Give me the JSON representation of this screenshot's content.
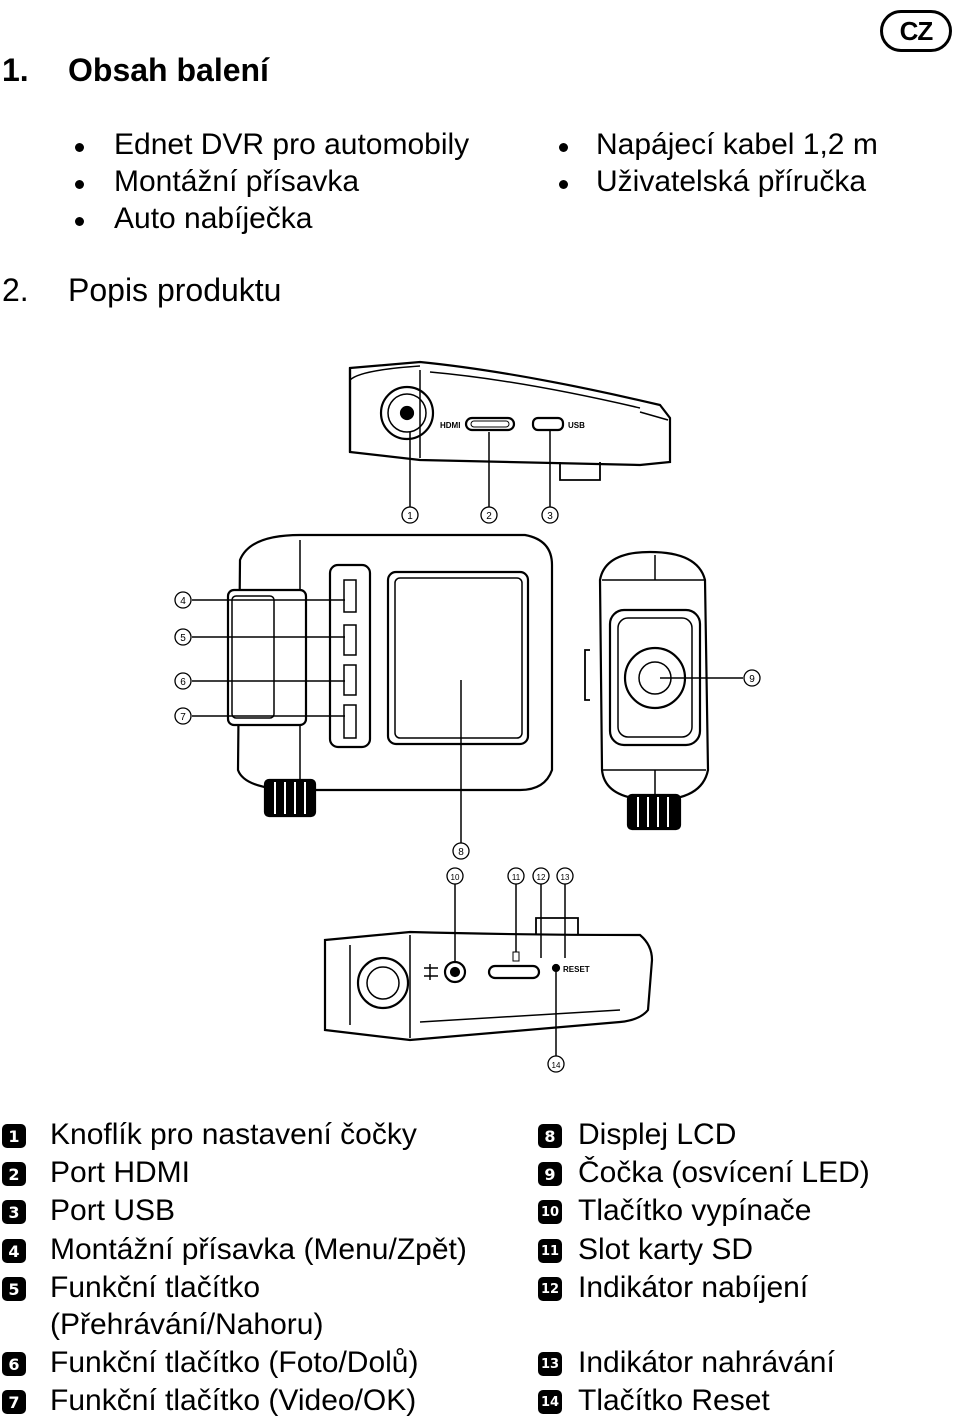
{
  "badge": "CZ",
  "section1": {
    "number": "1.",
    "title": "Obsah balení"
  },
  "contents_left": [
    "Ednet DVR pro automobily",
    "Montážní přísavka",
    "Auto nabíječka"
  ],
  "contents_right": [
    "Napájecí kabel 1,2 m",
    "Uživatelská příručka"
  ],
  "section2": {
    "number": "2.",
    "title": "Popis produktu"
  },
  "diagram_callouts": [
    "1",
    "2",
    "3",
    "4",
    "5",
    "6",
    "7",
    "8",
    "9",
    "10",
    "11",
    "12",
    "13",
    "14"
  ],
  "legend_left": [
    {
      "n": "1",
      "text": "Knoflík pro nastavení čočky"
    },
    {
      "n": "2",
      "text": "Port HDMI"
    },
    {
      "n": "3",
      "text": "Port USB"
    },
    {
      "n": "4",
      "text": "Montážní přísavka (Menu/Zpět)"
    },
    {
      "n": "5",
      "text": "Funkční tlačítko",
      "text2": "(Přehrávání/Nahoru)"
    },
    {
      "n": "6",
      "text": "Funkční tlačítko (Foto/Dolů)"
    },
    {
      "n": "7",
      "text": "Funkční tlačítko (Video/OK)"
    }
  ],
  "legend_right": [
    {
      "n": "8",
      "text": "Displej LCD"
    },
    {
      "n": "9",
      "text": "Čočka (osvícení LED)"
    },
    {
      "n": "10",
      "text": "Tlačítko vypínače"
    },
    {
      "n": "11",
      "text": "Slot karty SD"
    },
    {
      "n": "12",
      "text": "Indikátor nabíjení"
    },
    {
      "n": "13",
      "text": "Indikátor nahrávání"
    },
    {
      "n": "14",
      "text": "Tlačítko Reset"
    }
  ]
}
